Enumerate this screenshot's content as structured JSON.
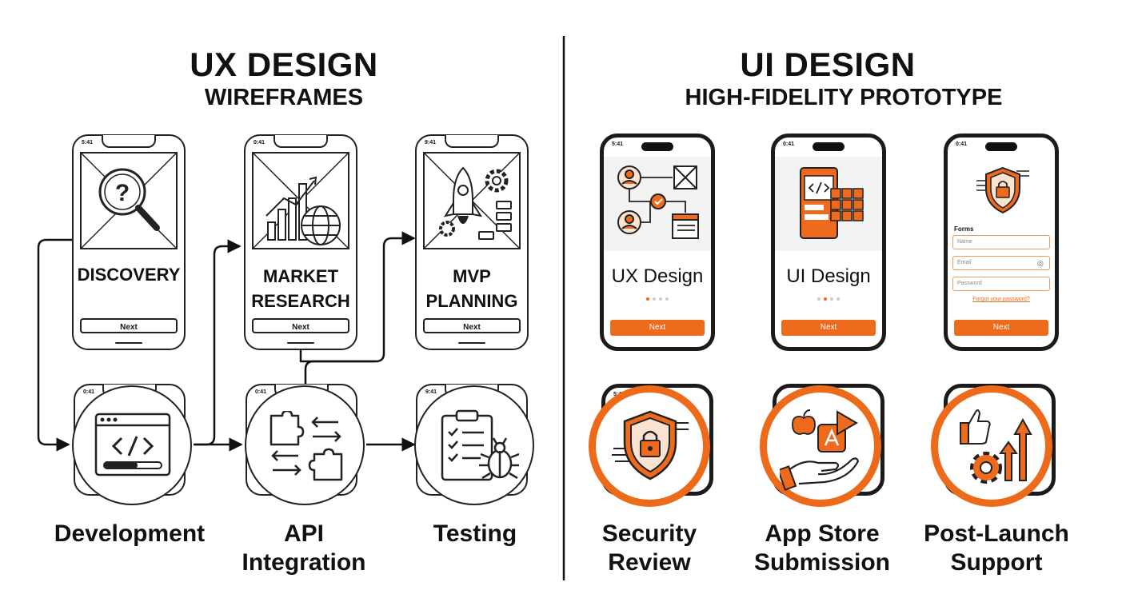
{
  "left": {
    "title": "UX DESIGN",
    "subtitle": "WIREFRAMES",
    "phones": [
      {
        "status": "5:41",
        "title": "DISCOVERY",
        "button": "Next"
      },
      {
        "status": "0:41",
        "title_lines": [
          "MARKET",
          "RESEARCH"
        ],
        "button": "Next"
      },
      {
        "status": "9:41",
        "title_lines": [
          "MVP",
          "PLANNING"
        ],
        "button": "Next"
      }
    ],
    "bottom_status": [
      "0:41",
      "0:41",
      "9:41"
    ],
    "steps": [
      {
        "lines": [
          "Development"
        ]
      },
      {
        "lines": [
          "API",
          "Integration"
        ]
      },
      {
        "lines": [
          "Testing"
        ]
      }
    ]
  },
  "right": {
    "title": "UI DESIGN",
    "subtitle": "HIGH-FIDELITY PROTOTYPE",
    "phones": [
      {
        "status": "5:41",
        "title": "UX Design",
        "button": "Next"
      },
      {
        "status": "0:41",
        "title": "UI Design",
        "button": "Next"
      },
      {
        "status": "0:41",
        "forms_label": "Forms",
        "name_placeholder": "Name",
        "email_placeholder": "Email",
        "password_placeholder": "Password",
        "forgot": "Forgot your password?",
        "button": "Next"
      }
    ],
    "bottom_status": [
      "5:41",
      "",
      ""
    ],
    "steps": [
      {
        "lines": [
          "Security",
          "Review"
        ]
      },
      {
        "lines": [
          "App Store",
          "Submission"
        ]
      },
      {
        "lines": [
          "Post-Launch",
          "Support"
        ]
      }
    ]
  },
  "colors": {
    "accent": "#ec6a1a",
    "ink": "#111111"
  }
}
